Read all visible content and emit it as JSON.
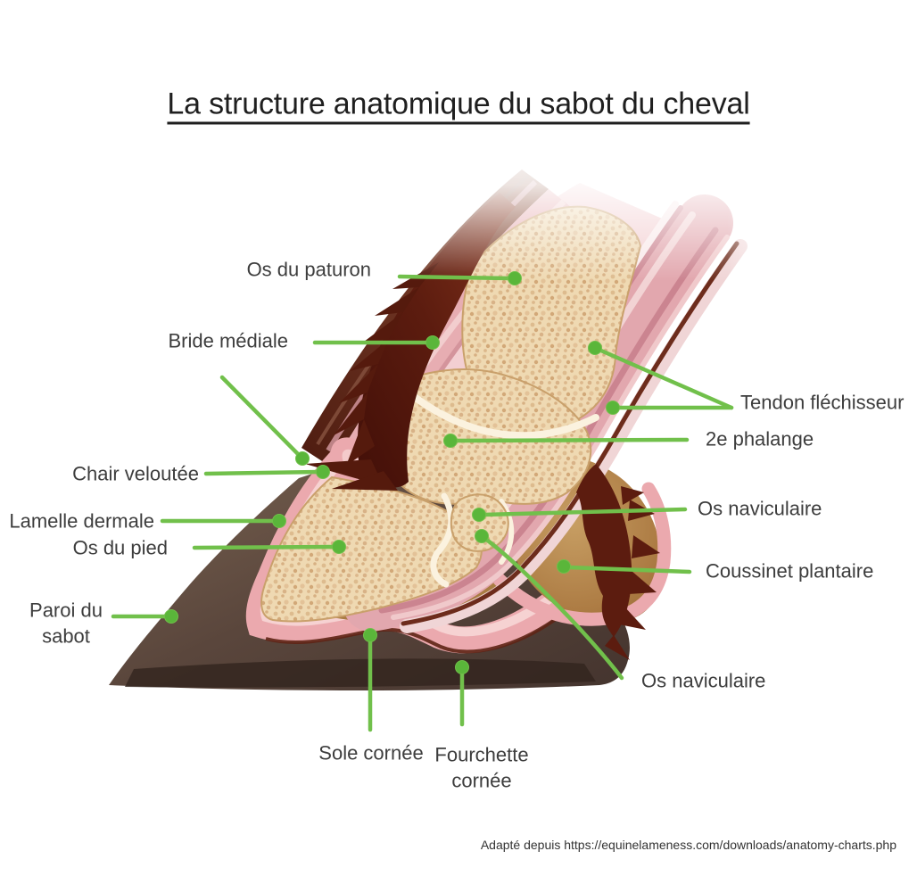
{
  "title": "La structure anatomique du sabot du cheval",
  "attribution": "Adapté depuis https://equinelameness.com/downloads/anatomy-charts.php",
  "labels": {
    "os_du_paturon": "Os du paturon",
    "bride_mediale": "Bride médiale",
    "chair_veloutee": "Chair veloutée",
    "lamelle_dermale": "Lamelle dermale",
    "os_du_pied": "Os du pied",
    "paroi_du_sabot": "Paroi du sabot",
    "tendon_flechisseur": "Tendon fléchisseur",
    "deuxieme_phalange": "2e phalange",
    "os_naviculaire": "Os naviculaire",
    "coussinet_plantaire": "Coussinet plantaire",
    "os_naviculaire_2": "Os naviculaire",
    "sole_cornee": "Sole cornée",
    "fourchette_cornee": "Fourchette cornée"
  },
  "colors": {
    "leader_line_green": "#71c04b",
    "leader_dot_green": "#5ab63a",
    "bone_cream": "#efd9b2",
    "skin_pink_light": "#f3cfd2",
    "skin_pink_mid": "#e7adb2",
    "tendon_rose": "#cb8490",
    "hair_maroon": "#5c1c0f",
    "hoof_wall_brown": "#5a463c",
    "digital_cushion_tan": "#b08544",
    "label_text": "#3d3d3d",
    "title_text": "#1f1f1f"
  }
}
